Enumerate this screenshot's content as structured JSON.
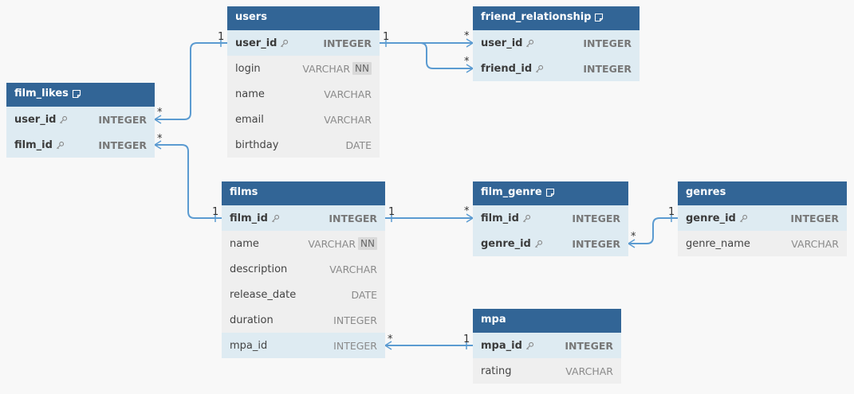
{
  "tables": [
    {
      "id": "users",
      "name": "users",
      "note": false,
      "columns": [
        {
          "name": "user_id",
          "type": "INTEGER",
          "pk": true,
          "nn": false,
          "ref": true
        },
        {
          "name": "login",
          "type": "VARCHAR",
          "pk": false,
          "nn": true,
          "ref": false
        },
        {
          "name": "name",
          "type": "VARCHAR",
          "pk": false,
          "nn": false,
          "ref": false
        },
        {
          "name": "email",
          "type": "VARCHAR",
          "pk": false,
          "nn": false,
          "ref": false
        },
        {
          "name": "birthday",
          "type": "DATE",
          "pk": false,
          "nn": false,
          "ref": false
        }
      ]
    },
    {
      "id": "friend_relationship",
      "name": "friend_relationship",
      "note": true,
      "columns": [
        {
          "name": "user_id",
          "type": "INTEGER",
          "pk": true,
          "nn": false,
          "ref": true
        },
        {
          "name": "friend_id",
          "type": "INTEGER",
          "pk": true,
          "nn": false,
          "ref": true
        }
      ]
    },
    {
      "id": "film_likes",
      "name": "film_likes",
      "note": true,
      "columns": [
        {
          "name": "user_id",
          "type": "INTEGER",
          "pk": true,
          "nn": false,
          "ref": true
        },
        {
          "name": "film_id",
          "type": "INTEGER",
          "pk": true,
          "nn": false,
          "ref": true
        }
      ]
    },
    {
      "id": "films",
      "name": "films",
      "note": false,
      "columns": [
        {
          "name": "film_id",
          "type": "INTEGER",
          "pk": true,
          "nn": false,
          "ref": true
        },
        {
          "name": "name",
          "type": "VARCHAR",
          "pk": false,
          "nn": true,
          "ref": false
        },
        {
          "name": "description",
          "type": "VARCHAR",
          "pk": false,
          "nn": false,
          "ref": false
        },
        {
          "name": "release_date",
          "type": "DATE",
          "pk": false,
          "nn": false,
          "ref": false
        },
        {
          "name": "duration",
          "type": "INTEGER",
          "pk": false,
          "nn": false,
          "ref": false
        },
        {
          "name": "mpa_id",
          "type": "INTEGER",
          "pk": false,
          "nn": false,
          "ref": true
        }
      ]
    },
    {
      "id": "film_genre",
      "name": "film_genre",
      "note": true,
      "columns": [
        {
          "name": "film_id",
          "type": "INTEGER",
          "pk": true,
          "nn": false,
          "ref": true
        },
        {
          "name": "genre_id",
          "type": "INTEGER",
          "pk": true,
          "nn": false,
          "ref": true
        }
      ]
    },
    {
      "id": "genres",
      "name": "genres",
      "note": false,
      "columns": [
        {
          "name": "genre_id",
          "type": "INTEGER",
          "pk": true,
          "nn": false,
          "ref": true
        },
        {
          "name": "genre_name",
          "type": "VARCHAR",
          "pk": false,
          "nn": false,
          "ref": false
        }
      ]
    },
    {
      "id": "mpa",
      "name": "mpa",
      "note": false,
      "columns": [
        {
          "name": "mpa_id",
          "type": "INTEGER",
          "pk": true,
          "nn": false,
          "ref": true
        },
        {
          "name": "rating",
          "type": "VARCHAR",
          "pk": false,
          "nn": false,
          "ref": false
        }
      ]
    }
  ],
  "nn_label": "NN",
  "relationships": [
    {
      "from": "users.user_id",
      "to": "friend_relationship.user_id",
      "from_card": "1",
      "to_card": "*"
    },
    {
      "from": "users.user_id",
      "to": "friend_relationship.friend_id",
      "from_card": "1",
      "to_card": "*"
    },
    {
      "from": "users.user_id",
      "to": "film_likes.user_id",
      "from_card": "1",
      "to_card": "*"
    },
    {
      "from": "films.film_id",
      "to": "film_likes.film_id",
      "from_card": "1",
      "to_card": "*"
    },
    {
      "from": "films.film_id",
      "to": "film_genre.film_id",
      "from_card": "1",
      "to_card": "*"
    },
    {
      "from": "genres.genre_id",
      "to": "film_genre.genre_id",
      "from_card": "1",
      "to_card": "*"
    },
    {
      "from": "mpa.mpa_id",
      "to": "films.mpa_id",
      "from_card": "1",
      "to_card": "*"
    }
  ],
  "colors": {
    "header": "#326596",
    "line": "#5b9bd1",
    "ref_row": "#deebf2",
    "row": "#efefef"
  }
}
